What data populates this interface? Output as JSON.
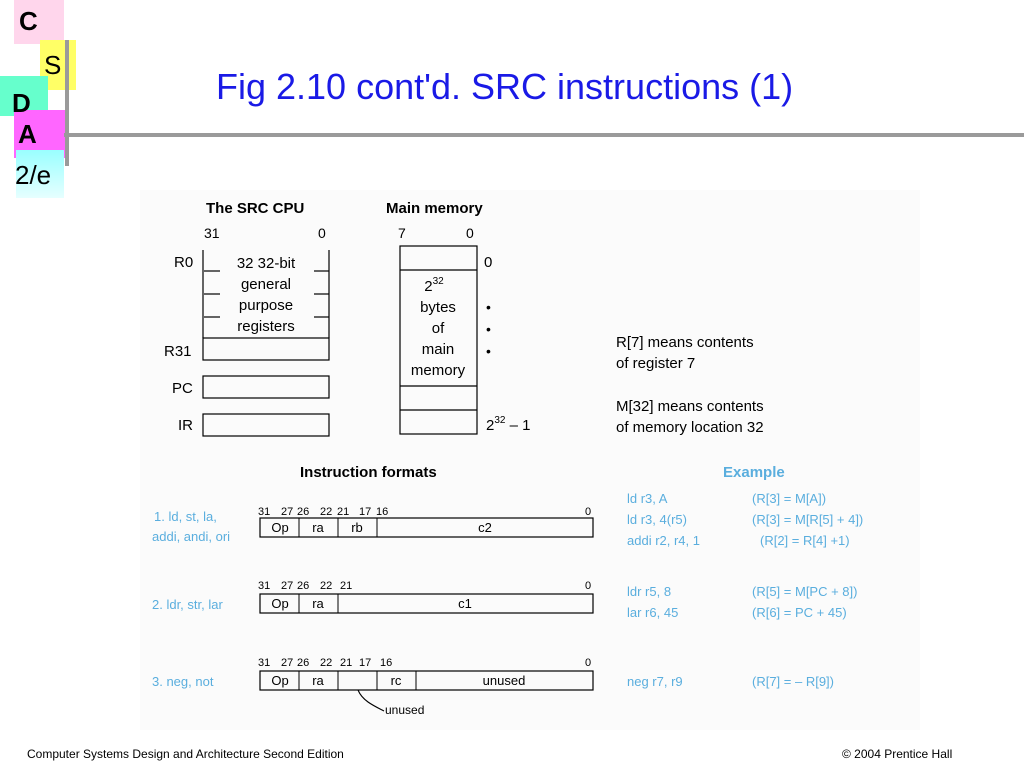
{
  "logo": {
    "c": "C",
    "s": "S",
    "d": "D",
    "a": "A",
    "edition": "2/e"
  },
  "title": "Fig 2.10 cont'd.  SRC instructions (1)",
  "cpu": {
    "heading": "The SRC CPU",
    "bit_hi": "31",
    "bit_lo": "0",
    "labels": [
      "R0",
      "R31",
      "PC",
      "IR"
    ],
    "register_text": [
      "32 32-bit",
      "general",
      "purpose",
      "registers"
    ]
  },
  "memory": {
    "heading": "Main memory",
    "bit_hi": "7",
    "bit_lo": "0",
    "addr_first": "0",
    "addr_last_base": "2",
    "addr_last_exp": "32",
    "addr_last_suffix": " – 1",
    "size_base": "2",
    "size_exp": "32",
    "text": [
      "bytes",
      "of",
      "main",
      "memory"
    ],
    "ellipsis": "•"
  },
  "notes": [
    [
      "R[7] means contents",
      "of register 7"
    ],
    [
      "M[32] means contents",
      "of memory location 32"
    ]
  ],
  "formats_heading": "Instruction formats",
  "example_heading": "Example",
  "formats": [
    {
      "names": [
        "1. ld, st, la,",
        "addi, andi, ori"
      ],
      "bits": [
        "31",
        "27",
        "26",
        "22",
        "21",
        "17",
        "16",
        "0"
      ],
      "fields": [
        "Op",
        "ra",
        "rb",
        "c2"
      ],
      "examples": [
        [
          "ld r3, A",
          "(R[3] = M[A])"
        ],
        [
          "ld r3, 4(r5)",
          "(R[3] = M[R[5] + 4])"
        ],
        [
          "addi  r2, r4, 1",
          "(R[2] = R[4] +1)"
        ]
      ]
    },
    {
      "names": [
        "2. ldr, str, lar"
      ],
      "bits": [
        "31",
        "27",
        "26",
        "22",
        "21",
        "0"
      ],
      "fields": [
        "Op",
        "ra",
        "c1"
      ],
      "examples": [
        [
          "ldr r5, 8",
          "(R[5] = M[PC + 8])"
        ],
        [
          "lar r6, 45",
          "(R[6] = PC + 45)"
        ]
      ]
    },
    {
      "names": [
        "3. neg, not"
      ],
      "bits": [
        "31",
        "27",
        "26",
        "22",
        "21",
        "17",
        "16",
        "0"
      ],
      "fields": [
        "Op",
        "ra",
        "rc",
        "unused"
      ],
      "unused_label": "unused",
      "examples": [
        [
          "neg r7, r9",
          "(R[7] = – R[9])"
        ]
      ]
    }
  ],
  "footer": {
    "left": "Computer Systems Design and Architecture Second Edition",
    "right": "© 2004 Prentice Hall"
  }
}
